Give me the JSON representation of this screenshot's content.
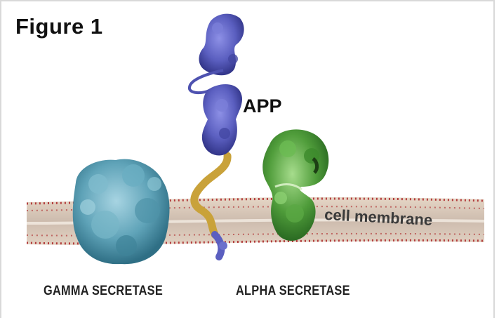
{
  "figure": {
    "title": "Figure 1"
  },
  "labels": {
    "protein_main": "APP",
    "membrane": "cell membrane",
    "left_enzyme": "GAMMA SECRETASE",
    "right_enzyme": "ALPHA SECRETASE"
  },
  "colors": {
    "membrane_fill": "#d9c8b8",
    "membrane_dots": "#b23b3b",
    "app_protein": "#5b5fc0",
    "app_linker": "#c9a23a",
    "gamma_secretase": "#5fa3b8",
    "alpha_secretase": "#4f9c3a"
  },
  "icons": {
    "gamma": "gamma-secretase-molecule-icon",
    "alpha": "alpha-secretase-molecule-icon",
    "app": "app-protein-molecule-icon"
  }
}
